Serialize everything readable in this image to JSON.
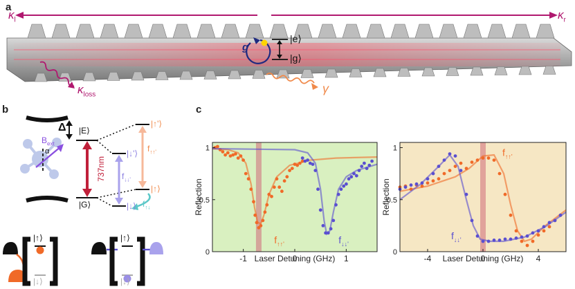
{
  "panel_a": {
    "letter": "a",
    "kappa_l": "κ",
    "kappa_l_sub": "l",
    "kappa_r": "κ",
    "kappa_r_sub": "r",
    "kappa_loss": "κ",
    "kappa_loss_sub": "loss",
    "g_label": "g",
    "e_state": "|e⟩",
    "g_state": "|g⟩",
    "gamma": "γ",
    "colors": {
      "arrow": "#b0186f",
      "gamma": "#f08a4b",
      "coupling": "#1f2a80",
      "beam": "#ff6a7a"
    }
  },
  "panel_b": {
    "letter": "b",
    "delta": "Δ",
    "E_state": "|E⟩",
    "G_state": "|G⟩",
    "wavelength": "737nm",
    "up_prime": "|↑'⟩",
    "down_prime": "|↓'⟩",
    "up": "|↑⟩",
    "down": "|↓⟩",
    "f_upup": "f",
    "f_upup_sub": "↑↑'",
    "f_downdown": "f",
    "f_downdown_sub": "↓↓'",
    "f_updown": "f",
    "f_updown_sub": "↑↓",
    "bext": "B",
    "bext_sub": "ext",
    "alpha": "α",
    "bottom_up": "|↑⟩",
    "bottom_down": "|↓⟩",
    "colors": {
      "red": "#c0203a",
      "orange": "#f08a4b",
      "purple": "#8a7ee0",
      "teal": "#5bc8c8"
    }
  },
  "panel_c": {
    "letter": "c"
  },
  "chart_data": [
    {
      "type": "scatter",
      "xlabel": "Laser Detuning (GHz)",
      "ylabel": "Reflection",
      "xlim": [
        -1.6,
        1.6
      ],
      "ylim": [
        0,
        1.05
      ],
      "xticks": [
        "-1",
        "0",
        "1"
      ],
      "xtick_values": [
        -1,
        0,
        1
      ],
      "yticks": [
        "0",
        "0.5",
        "1"
      ],
      "ytick_values": [
        0,
        0.5,
        1
      ],
      "background": "#d9f0c0",
      "laser_band_x": -0.7,
      "annotations": [
        {
          "text": "f",
          "sub": "↑↑'",
          "x": -0.4,
          "y": 0.08,
          "color": "#f06a28"
        },
        {
          "text": "f",
          "sub": "↓↓'",
          "x": 0.85,
          "y": 0.08,
          "color": "#5a4fd0"
        }
      ],
      "series": [
        {
          "color": "#f06a28",
          "fit": [
            [
              -1.6,
              0.99
            ],
            [
              -1.3,
              0.98
            ],
            [
              -1.1,
              0.95
            ],
            [
              -0.95,
              0.85
            ],
            [
              -0.85,
              0.65
            ],
            [
              -0.78,
              0.42
            ],
            [
              -0.72,
              0.28
            ],
            [
              -0.66,
              0.27
            ],
            [
              -0.6,
              0.35
            ],
            [
              -0.5,
              0.55
            ],
            [
              -0.35,
              0.72
            ],
            [
              -0.1,
              0.83
            ],
            [
              0.3,
              0.88
            ],
            [
              0.8,
              0.9
            ],
            [
              1.6,
              0.91
            ]
          ],
          "points": [
            [
              -1.55,
              1.0
            ],
            [
              -1.5,
              1.01
            ],
            [
              -1.45,
              0.98
            ],
            [
              -1.4,
              0.96
            ],
            [
              -1.35,
              0.93
            ],
            [
              -1.3,
              0.95
            ],
            [
              -1.25,
              0.92
            ],
            [
              -1.2,
              0.93
            ],
            [
              -1.15,
              0.94
            ],
            [
              -1.1,
              0.9
            ],
            [
              -1.05,
              0.92
            ],
            [
              -1.0,
              0.88
            ],
            [
              -0.95,
              0.75
            ],
            [
              -0.9,
              0.7
            ],
            [
              -0.85,
              0.6
            ],
            [
              -0.8,
              0.48
            ],
            [
              -0.77,
              0.35
            ],
            [
              -0.74,
              0.28
            ],
            [
              -0.7,
              0.23
            ],
            [
              -0.66,
              0.25
            ],
            [
              -0.62,
              0.3
            ],
            [
              -0.58,
              0.38
            ],
            [
              -0.54,
              0.45
            ],
            [
              -0.5,
              0.55
            ],
            [
              -0.45,
              0.53
            ],
            [
              -0.4,
              0.62
            ],
            [
              -0.35,
              0.7
            ],
            [
              -0.3,
              0.62
            ],
            [
              -0.25,
              0.58
            ],
            [
              -0.2,
              0.68
            ],
            [
              -0.15,
              0.72
            ],
            [
              -0.1,
              0.78
            ],
            [
              -0.05,
              0.8
            ],
            [
              0.0,
              0.84
            ],
            [
              0.05,
              0.83
            ],
            [
              0.1,
              0.85
            ],
            [
              0.15,
              0.87
            ]
          ]
        },
        {
          "color": "#5a4fd0",
          "fit": [
            [
              -1.6,
              0.99
            ],
            [
              0.0,
              0.98
            ],
            [
              0.25,
              0.95
            ],
            [
              0.4,
              0.85
            ],
            [
              0.5,
              0.6
            ],
            [
              0.57,
              0.3
            ],
            [
              0.62,
              0.17
            ],
            [
              0.68,
              0.2
            ],
            [
              0.75,
              0.38
            ],
            [
              0.85,
              0.6
            ],
            [
              1.0,
              0.72
            ],
            [
              1.2,
              0.78
            ],
            [
              1.6,
              0.84
            ]
          ],
          "points": [
            [
              0.15,
              0.9
            ],
            [
              0.2,
              0.87
            ],
            [
              0.25,
              0.88
            ],
            [
              0.3,
              0.85
            ],
            [
              0.35,
              0.84
            ],
            [
              0.4,
              0.78
            ],
            [
              0.45,
              0.6
            ],
            [
              0.5,
              0.4
            ],
            [
              0.55,
              0.25
            ],
            [
              0.6,
              0.18
            ],
            [
              0.65,
              0.18
            ],
            [
              0.7,
              0.22
            ],
            [
              0.75,
              0.3
            ],
            [
              0.8,
              0.45
            ],
            [
              0.85,
              0.55
            ],
            [
              0.9,
              0.6
            ],
            [
              0.95,
              0.63
            ],
            [
              1.0,
              0.65
            ],
            [
              1.05,
              0.7
            ],
            [
              1.1,
              0.72
            ],
            [
              1.15,
              0.75
            ],
            [
              1.2,
              0.73
            ],
            [
              1.25,
              0.78
            ],
            [
              1.3,
              0.82
            ],
            [
              1.35,
              0.85
            ],
            [
              1.4,
              0.8
            ],
            [
              1.45,
              0.83
            ],
            [
              1.5,
              0.87
            ]
          ]
        }
      ]
    },
    {
      "type": "scatter",
      "xlabel": "Laser Detuning (GHz)",
      "ylabel": "Reflection",
      "xlim": [
        -6,
        6
      ],
      "ylim": [
        0,
        1.05
      ],
      "xticks": [
        "-4",
        "0",
        "4"
      ],
      "xtick_values": [
        -4,
        0,
        4
      ],
      "yticks": [
        "0",
        "0.5",
        "1"
      ],
      "ytick_values": [
        0,
        0.5,
        1
      ],
      "background": "#f6e7c4",
      "laser_band_x": 0,
      "annotations": [
        {
          "text": "f",
          "sub": "↑↑'",
          "x": 1.4,
          "y": 0.92,
          "color": "#f06a28"
        },
        {
          "text": "f",
          "sub": "↓↓'",
          "x": -2.3,
          "y": 0.12,
          "color": "#5a4fd0"
        }
      ],
      "series": [
        {
          "color": "#f06a28",
          "fit": [
            [
              -6,
              0.58
            ],
            [
              -4,
              0.63
            ],
            [
              -2,
              0.72
            ],
            [
              -1,
              0.8
            ],
            [
              0,
              0.92
            ],
            [
              0.8,
              0.93
            ],
            [
              1.5,
              0.75
            ],
            [
              2.0,
              0.45
            ],
            [
              2.5,
              0.2
            ],
            [
              3.0,
              0.1
            ],
            [
              3.5,
              0.12
            ],
            [
              4.5,
              0.25
            ],
            [
              6,
              0.4
            ]
          ],
          "points": [
            [
              -6,
              0.62
            ],
            [
              -5.6,
              0.63
            ],
            [
              -5.2,
              0.6
            ],
            [
              -4.8,
              0.64
            ],
            [
              -4.4,
              0.63
            ],
            [
              -4,
              0.66
            ],
            [
              -3.6,
              0.68
            ],
            [
              -3.2,
              0.7
            ],
            [
              -2.8,
              0.75
            ],
            [
              -2.4,
              0.78
            ],
            [
              -2,
              0.82
            ],
            [
              -1.6,
              0.85
            ],
            [
              -1.2,
              0.8
            ],
            [
              -0.8,
              0.86
            ],
            [
              -0.4,
              0.88
            ],
            [
              0,
              0.9
            ],
            [
              0.4,
              0.9
            ],
            [
              0.8,
              0.88
            ],
            [
              1.2,
              0.75
            ],
            [
              1.6,
              0.55
            ],
            [
              2.0,
              0.35
            ],
            [
              2.4,
              0.2
            ],
            [
              2.8,
              0.1
            ],
            [
              3.2,
              0.06
            ],
            [
              3.6,
              0.1
            ],
            [
              4.0,
              0.16
            ],
            [
              4.4,
              0.2
            ],
            [
              4.8,
              0.24
            ],
            [
              5.2,
              0.3
            ],
            [
              5.6,
              0.35
            ]
          ]
        },
        {
          "color": "#5a4fd0",
          "fit": [
            [
              -6,
              0.5
            ],
            [
              -4.5,
              0.65
            ],
            [
              -3.2,
              0.82
            ],
            [
              -2.4,
              0.93
            ],
            [
              -1.8,
              0.82
            ],
            [
              -1.2,
              0.5
            ],
            [
              -0.7,
              0.25
            ],
            [
              -0.2,
              0.12
            ],
            [
              0.5,
              0.1
            ],
            [
              1.5,
              0.1
            ],
            [
              3,
              0.14
            ],
            [
              4.5,
              0.24
            ],
            [
              6,
              0.38
            ]
          ],
          "points": [
            [
              -6,
              0.6
            ],
            [
              -5.6,
              0.62
            ],
            [
              -5.2,
              0.64
            ],
            [
              -4.8,
              0.65
            ],
            [
              -4.4,
              0.66
            ],
            [
              -4,
              0.7
            ],
            [
              -3.6,
              0.75
            ],
            [
              -3.2,
              0.82
            ],
            [
              -2.8,
              0.88
            ],
            [
              -2.4,
              0.94
            ],
            [
              -2.0,
              0.92
            ],
            [
              -1.6,
              0.78
            ],
            [
              -1.2,
              0.55
            ],
            [
              -0.8,
              0.3
            ],
            [
              -0.4,
              0.15
            ],
            [
              0,
              0.1
            ],
            [
              0.4,
              0.1
            ],
            [
              0.8,
              0.11
            ],
            [
              1.2,
              0.11
            ],
            [
              1.6,
              0.12
            ],
            [
              2.0,
              0.12
            ],
            [
              2.4,
              0.13
            ],
            [
              2.8,
              0.14
            ],
            [
              3.2,
              0.15
            ],
            [
              3.6,
              0.18
            ],
            [
              4.0,
              0.2
            ],
            [
              4.4,
              0.24
            ],
            [
              4.8,
              0.28
            ],
            [
              5.2,
              0.3
            ],
            [
              5.6,
              0.35
            ]
          ]
        }
      ]
    }
  ]
}
